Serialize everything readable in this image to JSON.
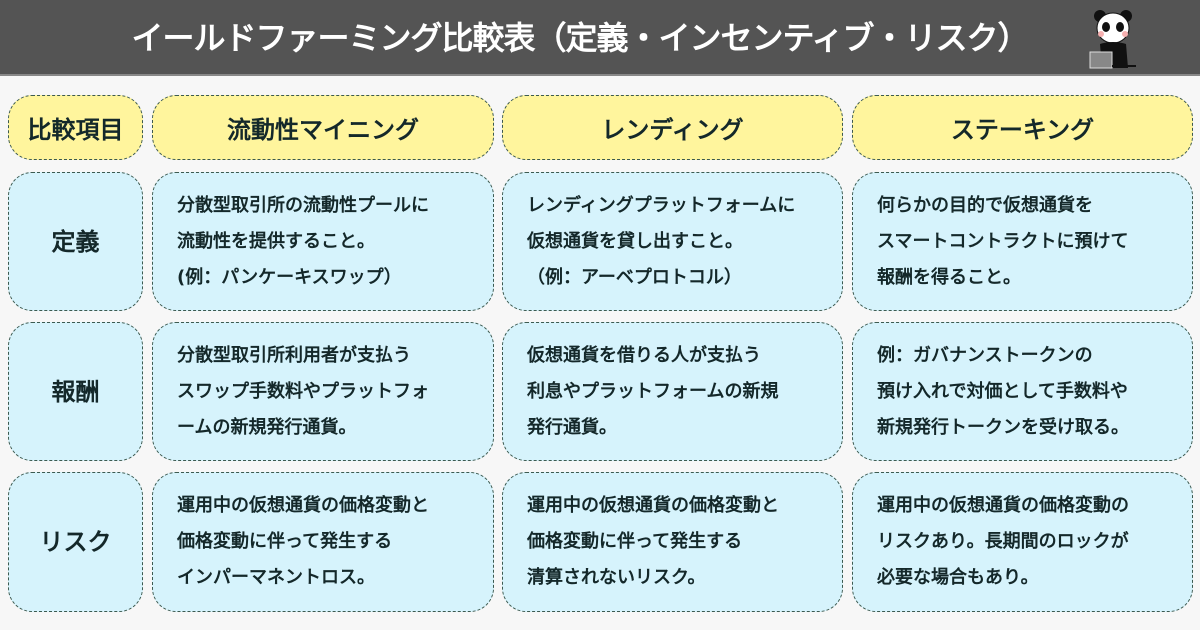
{
  "header": {
    "title": "イールドファーミング比較表（定義・インセンティブ・リスク）"
  },
  "columns": [
    "比較項目",
    "流動性マイニング",
    "レンディング",
    "ステーキング"
  ],
  "rows": [
    {
      "label": "定義",
      "cells": [
        [
          "分散型取引所の流動性プールに",
          "流動性を提供すること。",
          "(例：パンケーキスワップ）"
        ],
        [
          "レンディングプラットフォームに",
          "仮想通貨を貸し出すこと。",
          "（例：アーベプロトコル）"
        ],
        [
          "何らかの目的で仮想通貨を",
          "スマートコントラクトに預けて",
          "報酬を得ること。"
        ]
      ]
    },
    {
      "label": "報酬",
      "cells": [
        [
          "分散型取引所利用者が支払う",
          "スワップ手数料やプラットフォ",
          "ームの新規発行通貨。"
        ],
        [
          "仮想通貨を借りる人が支払う",
          "利息やプラットフォームの新規",
          "発行通貨。"
        ],
        [
          "例：ガバナンストークンの",
          "預け入れで対価として手数料や",
          "新規発行トークンを受け取る。"
        ]
      ]
    },
    {
      "label": "リスク",
      "cells": [
        [
          "運用中の仮想通貨の価格変動と",
          "価格変動に伴って発生する",
          "インパーマネントロス。"
        ],
        [
          "運用中の仮想通貨の価格変動と",
          "価格変動に伴って発生する",
          "清算されないリスク。"
        ],
        [
          "運用中の仮想通貨の価格変動の",
          "リスクあり。長期間のロックが",
          "必要な場合もあり。"
        ]
      ]
    }
  ]
}
